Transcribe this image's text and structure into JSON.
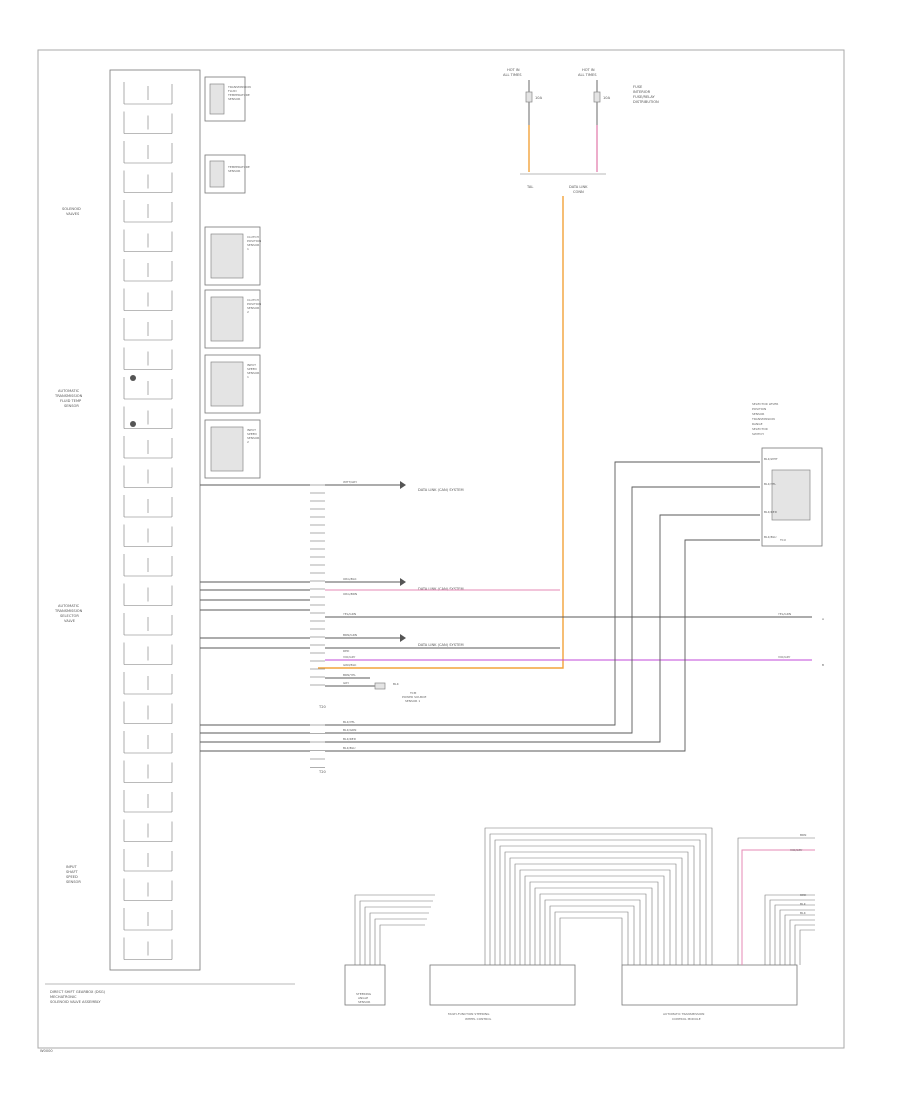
{
  "colors": {
    "orange_wire": "#f2a33a",
    "pink_wire": "#e58ab5",
    "magenta_wire": "#c04ad8",
    "line": "#5a5a5a",
    "frame": "#aaaaaa",
    "background": "#ffffff"
  },
  "fuse_top_left": {
    "line1": "HOT IN",
    "line2": "ALL TIMES"
  },
  "fuse_top_right": {
    "line1": "HOT IN",
    "line2": "ALL TIMES"
  },
  "fuse_box_label": {
    "line1": "FUSE",
    "line2": "INTERIOR",
    "line3": "FUSE/RELAY",
    "line4": "DISTRIBUTION"
  },
  "fuse_a_rating": "10A",
  "fuse_b_rating": "10A",
  "junction_left": "TAL",
  "junction_right": {
    "line1": "DATA LINK",
    "line2": "CONN"
  },
  "left_labels": {
    "solenoid": {
      "line1": "SOLENOID",
      "line2": "VALVES"
    },
    "atf_sensor": {
      "line1": "AUTOMATIC",
      "line2": "TRANSMISSION",
      "line3": "FLUID TEMP",
      "line4": "SENSOR"
    },
    "selector": {
      "line1": "AUTOMATIC",
      "line2": "TRANSMISSION",
      "line3": "SELECTOR",
      "line4": "VALVE"
    },
    "speed": {
      "line1": "INPUT",
      "line2": "SHAFT",
      "line3": "SPEED",
      "line4": "SENSOR"
    }
  },
  "bottom_left_caption": {
    "line1": "DIRECT SHIFT GEARBOX (DSG)",
    "line2": "MECHATRONIC",
    "line3": "SOLENOID VALVE ASSEMBLY"
  },
  "sensor_boxes": [
    {
      "line1": "TRANSMISSION",
      "line2": "FLUID",
      "line3": "TEMPERATURE",
      "line4": "SENSOR"
    },
    {
      "line1": "TEMPERATURE",
      "line2": "SENSOR"
    },
    {
      "line1": "CLUTCH",
      "line2": "POSITION",
      "line3": "SENSOR",
      "line4": "1"
    },
    {
      "line1": "CLUTCH",
      "line2": "POSITION",
      "line3": "SENSOR",
      "line4": "2"
    },
    {
      "line1": "INPUT",
      "line2": "SPEED",
      "line3": "SENSOR",
      "line4": "1"
    },
    {
      "line1": "INPUT",
      "line2": "SPEED",
      "line3": "SENSOR",
      "line4": "2"
    }
  ],
  "wire_labels": {
    "w1": "WHT/GRY",
    "w2": "ORG/BLK",
    "w3": "ORG/BRN",
    "w4": "YEL/GRN",
    "w5": "BRN/GRN",
    "w6": "RED",
    "w7": "VIO/GRY",
    "w8": "GRN/BLK",
    "w9": "BRN/YEL",
    "w10": "GRY",
    "w11": "BLK",
    "w12": "BLK/YEL",
    "w13": "BLK/GRN",
    "w14": "BLK/RED",
    "w15": "BLK/BLU",
    "w16": "BLK/WHT"
  },
  "destination_labels": {
    "d1": "DATA LINK (CAN) SYSTEM",
    "d2": "DATA LINK (CAN) SYSTEM",
    "d3": "DATA LINK (CAN) SYSTEM"
  },
  "connector_names": {
    "c_top": "T20",
    "c_bot": "T20"
  },
  "small_sensor_label": {
    "line1": "TCM",
    "line2": "POWER SOURCE",
    "line3": "SENSOR 1"
  },
  "right_module": {
    "line1": "SELECTOR LEVER",
    "line2": "POSITION",
    "line3": "SENSOR",
    "line4": "TRANSMISSION",
    "line5": "RANGE",
    "line6": "SELECTOR",
    "line7": "SWITCH"
  },
  "right_module_pins": [
    "BLK/WHT",
    "BLK/YEL",
    "BLK/RED",
    "BLK/BLU"
  ],
  "right_module_ground": "TCU",
  "right_wires": {
    "r1": "YEL/GRN",
    "r2": "VIO/GRY"
  },
  "right_wire_marks": {
    "r1": "A",
    "r2": "B"
  },
  "bottom_right_wires": {
    "b1": "BRN",
    "b2": "VIO/GRY",
    "b3": "RED",
    "b4": "BLK",
    "b5": "BLK"
  },
  "bottom_modules": {
    "m1": {
      "line1": "STEERING",
      "line2": "ANGLE",
      "line3": "SENSOR"
    },
    "m2": {
      "line1": "MULTI-FUNCTION STEERING",
      "line2": "WHEEL CONTROL"
    },
    "m3": {
      "line1": "AUTOMATIC TRANSMISSION",
      "line2": "CONTROL MODULE"
    }
  },
  "page_code": "W0000"
}
